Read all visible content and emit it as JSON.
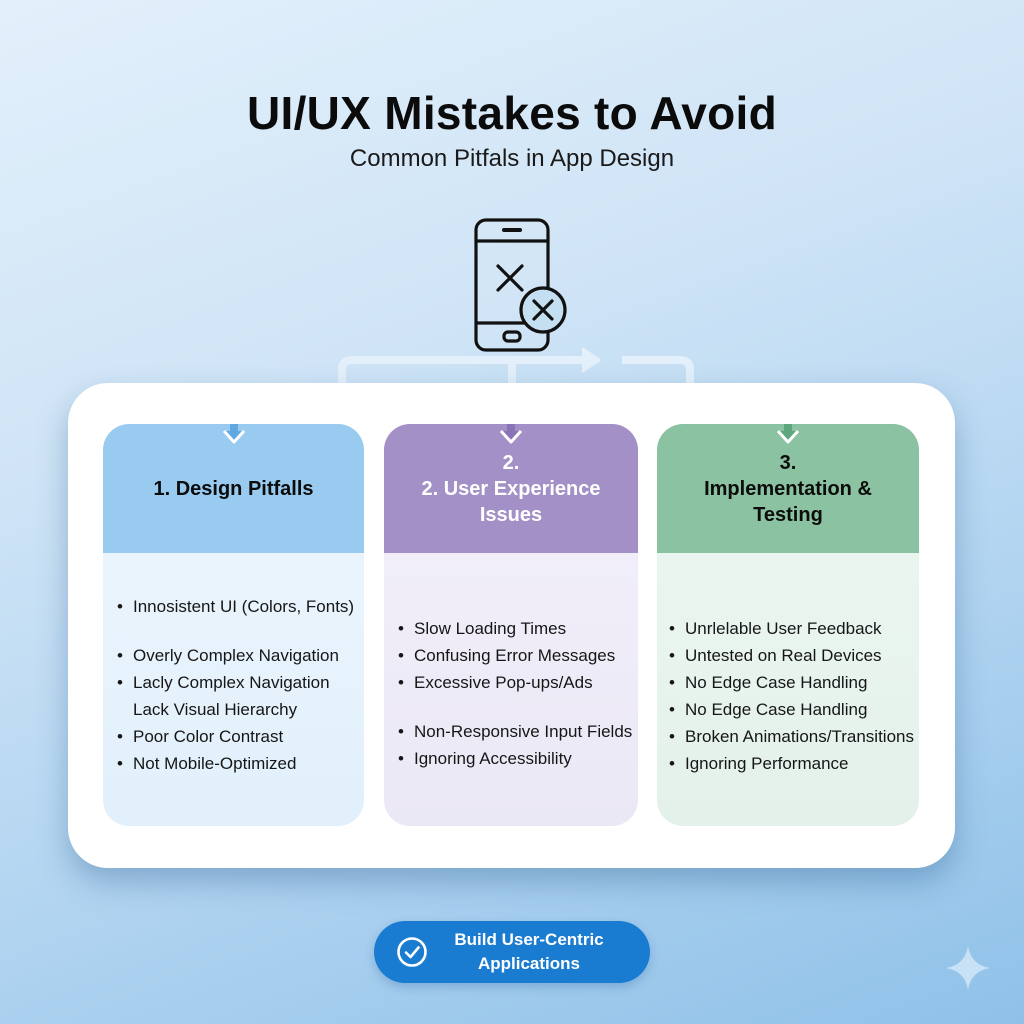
{
  "header": {
    "title": "UI/UX Mistakes to Avoid",
    "subtitle": "Common Pitfals in App Design"
  },
  "icons": {
    "hero": "phone-with-x-icon",
    "cta": "check-circle-icon",
    "decoration": "sparkle-icon"
  },
  "columns": [
    {
      "title_lines": [
        "1. Design Pitfalls"
      ],
      "color": "#99cbf1",
      "items": [
        {
          "text": "Innosistent UI (Colors, Fonts)",
          "bullet": true
        },
        {
          "text": "Overly Complex Navigation",
          "bullet": true,
          "gap": true
        },
        {
          "text": "Lacly Complex Navigation",
          "bullet": true
        },
        {
          "text": "Lack Visual Hierarchy",
          "bullet": false
        },
        {
          "text": "Poor Color Contrast",
          "bullet": true
        },
        {
          "text": "Not Mobile-Optimized",
          "bullet": true
        }
      ]
    },
    {
      "title_lines": [
        "2.",
        "2. User Experience",
        "Issues"
      ],
      "color": "#a290c6",
      "items": [
        {
          "text": "Slow Loading Times",
          "bullet": true
        },
        {
          "text": "Confusing Error Messages",
          "bullet": true
        },
        {
          "text": "Excessive Pop-ups/Ads",
          "bullet": true
        },
        {
          "text": "Non-Responsive Input Fields",
          "bullet": true,
          "gap": true
        },
        {
          "text": "Ignoring Accessibility",
          "bullet": true
        }
      ]
    },
    {
      "title_lines": [
        "3.",
        "Implementation &",
        "Testing"
      ],
      "color": "#8bc2a2",
      "items": [
        {
          "text": "Unrlelable User Feedback",
          "bullet": true
        },
        {
          "text": "Untested on Real Devices",
          "bullet": true
        },
        {
          "text": "No Edge Case Handling",
          "bullet": true
        },
        {
          "text": "No Edge Case Handling",
          "bullet": true
        },
        {
          "text": "Broken Animations/Transitions",
          "bullet": true
        },
        {
          "text": "Ignoring Performance",
          "bullet": true
        }
      ]
    }
  ],
  "cta": {
    "label_line1": "Build User-Centric",
    "label_line2": "Applications",
    "color": "#1a7cd0"
  }
}
